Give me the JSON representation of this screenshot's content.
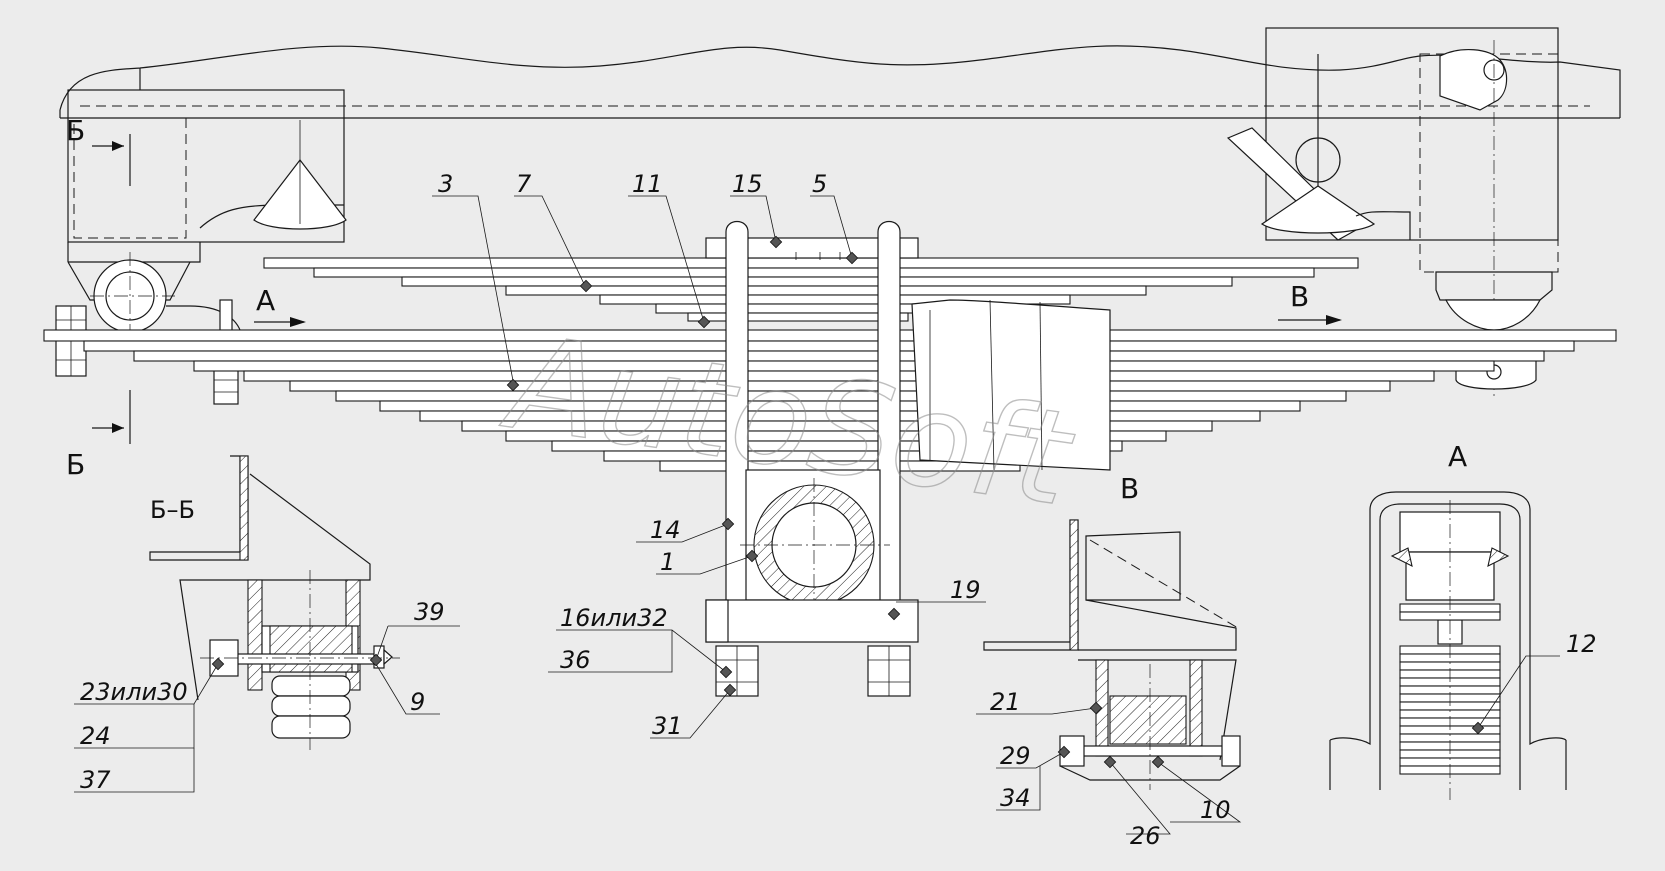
{
  "watermark": "AutoSoft",
  "views": {
    "section_left_top": "Б",
    "section_left_bottom": "Б",
    "arrow_a": "А",
    "arrow_v": "В",
    "section_bb_title": "Б–Б",
    "view_a_title": "А",
    "view_v_title": "В"
  },
  "callouts": {
    "c3": "3",
    "c7": "7",
    "c11": "11",
    "c15": "15",
    "c5": "5",
    "c14": "14",
    "c1": "1",
    "c19": "19",
    "c16or32": "16или32",
    "c36": "36",
    "c31": "31",
    "c39": "39",
    "c23or30": "23или30",
    "c9": "9",
    "c24": "24",
    "c37": "37",
    "c21": "21",
    "c29": "29",
    "c34": "34",
    "c26": "26",
    "c10": "10",
    "c12": "12"
  },
  "colors": {
    "background": "#ececec",
    "line": "#1a1a1a",
    "watermark": "#8a8a8a"
  }
}
